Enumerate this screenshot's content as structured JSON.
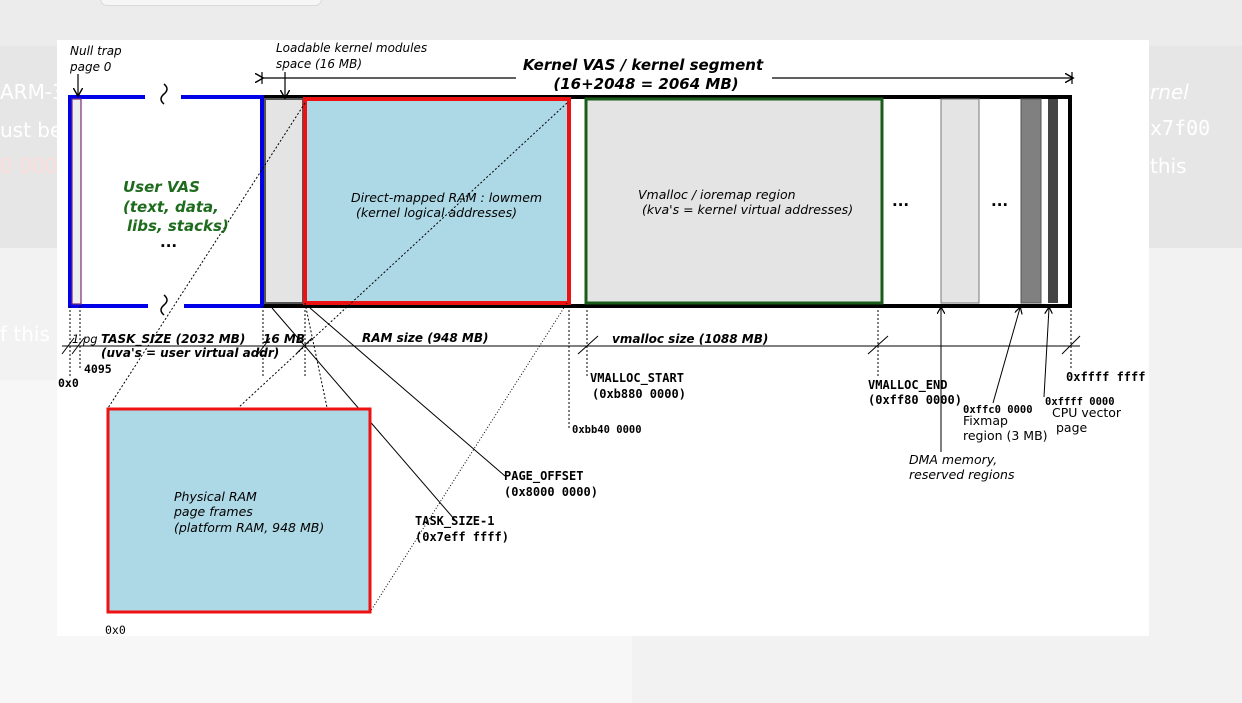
{
  "background": {
    "left_fragments": [
      "ARM-3",
      "ust bel",
      "0 000",
      "f this"
    ],
    "right_fragments": [
      "rnel",
      "x7f00",
      "this"
    ]
  },
  "diagram": {
    "title_line1": "Kernel VAS / kernel segment",
    "title_line2": "(16+2048 = 2064 MB)",
    "null_trap_1": "Null trap",
    "null_trap_2": "page 0",
    "modules_1": "Loadable kernel modules",
    "modules_2": "space (16 MB)",
    "user_vas": [
      "User VAS",
      "(text, data,",
      "libs, stacks)",
      "..."
    ],
    "lowmem_1": "Direct-mapped RAM : lowmem",
    "lowmem_2": "(kernel logical addresses)",
    "vmalloc_1": "Vmalloc / ioremap region",
    "vmalloc_2": "(kva's = kernel virtual addresses)",
    "ellipsis": "...",
    "pg_label": "1 pg",
    "task_size_1": "TASK_SIZE (2032 MB)",
    "task_size_2": "(uva's = user virtual addr)",
    "addr_4095": "4095",
    "addr_0x0": "0x0",
    "size_16mb": "16 MB",
    "ram_size": "RAM size (948 MB)",
    "vmalloc_size": "vmalloc size (1088 MB)",
    "vmalloc_start_1": "VMALLOC_START",
    "vmalloc_start_2": "(0xb880 0000)",
    "addr_bb40": "0xbb40 0000",
    "vmalloc_end_1": "VMALLOC_END",
    "vmalloc_end_2": "(0xff80 0000)",
    "addr_ffff_ffff": "0xffff ffff",
    "addr_ffc0": "0xffc0 0000",
    "fixmap_1": "Fixmap",
    "fixmap_2": "region (3 MB)",
    "addr_ffff_0000": "0xffff 0000",
    "cpu_vector_1": "CPU vector",
    "cpu_vector_2": "page",
    "dma_1": "DMA memory,",
    "dma_2": "reserved regions",
    "page_offset_1": "PAGE_OFFSET",
    "page_offset_2": "(0x8000 0000)",
    "task_size_m1_1": "TASK_SIZE-1",
    "task_size_m1_2": "(0x7eff ffff)",
    "phys_1": "Physical RAM",
    "phys_2": "page frames",
    "phys_3": "(platform RAM, 948 MB)",
    "phys_0x0": "0x0"
  },
  "colors": {
    "user_blue": "#0000e6",
    "lowmem_fill": "#add8e6",
    "red_border": "#ee1111",
    "vmalloc_green": "#1a5c1a",
    "grey_fill": "#e4e4e4",
    "user_text_green": "#1e6b1e"
  }
}
